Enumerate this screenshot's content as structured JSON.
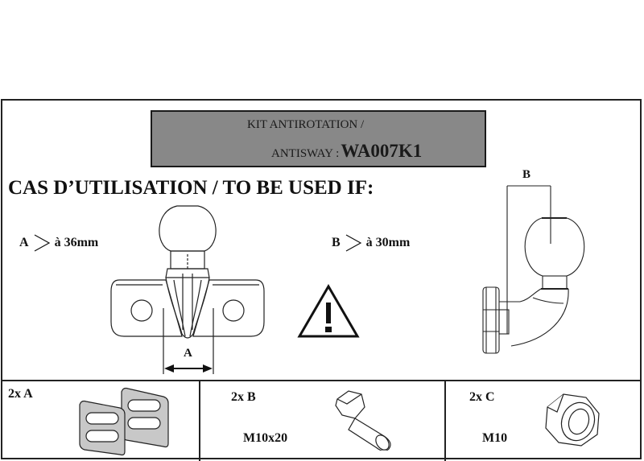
{
  "title": {
    "line1": "KIT ANTIROTATION /",
    "line2_prefix": "ANTISWAY :",
    "code": "WA007K1",
    "background": "#888888"
  },
  "heading": "CAS D’UTILISATION / TO BE USED IF:",
  "conditions": [
    {
      "letter": "A",
      "operator": ">",
      "value": "à 36mm"
    },
    {
      "letter": "B",
      "operator": ">",
      "value": "à 30mm"
    }
  ],
  "diagrams": {
    "front_view": {
      "dimension_label": "A",
      "icon": "tow-ball-front-view"
    },
    "warning": {
      "icon": "warning-triangle-icon"
    },
    "side_view": {
      "dimension_label": "B",
      "icon": "tow-ball-side-view"
    }
  },
  "parts": [
    {
      "qty": "2x A",
      "spec": "",
      "icon": "spacer-plate-icon"
    },
    {
      "qty": "2x B",
      "spec": "M10x20",
      "icon": "hex-bolt-icon"
    },
    {
      "qty": "2x C",
      "spec": "M10",
      "icon": "hex-nut-icon"
    }
  ]
}
